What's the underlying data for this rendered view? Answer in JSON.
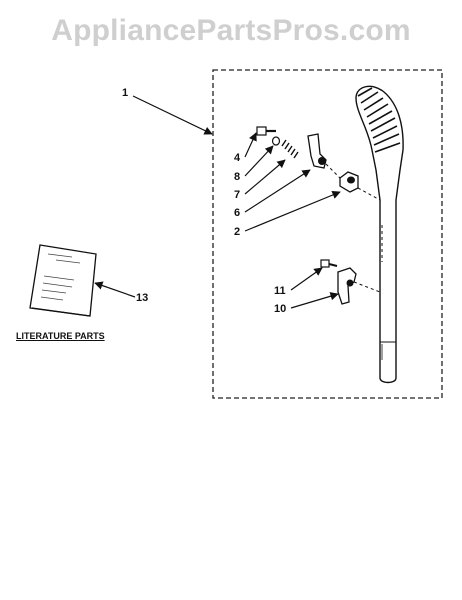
{
  "watermark": "AppliancePartsPros.com",
  "callouts": {
    "c1": "1",
    "c4": "4",
    "c8": "8",
    "c7": "7",
    "c6": "6",
    "c2": "2",
    "c11": "11",
    "c10": "10",
    "c13": "13"
  },
  "literature": {
    "label": "LITERATURE PARTS"
  }
}
